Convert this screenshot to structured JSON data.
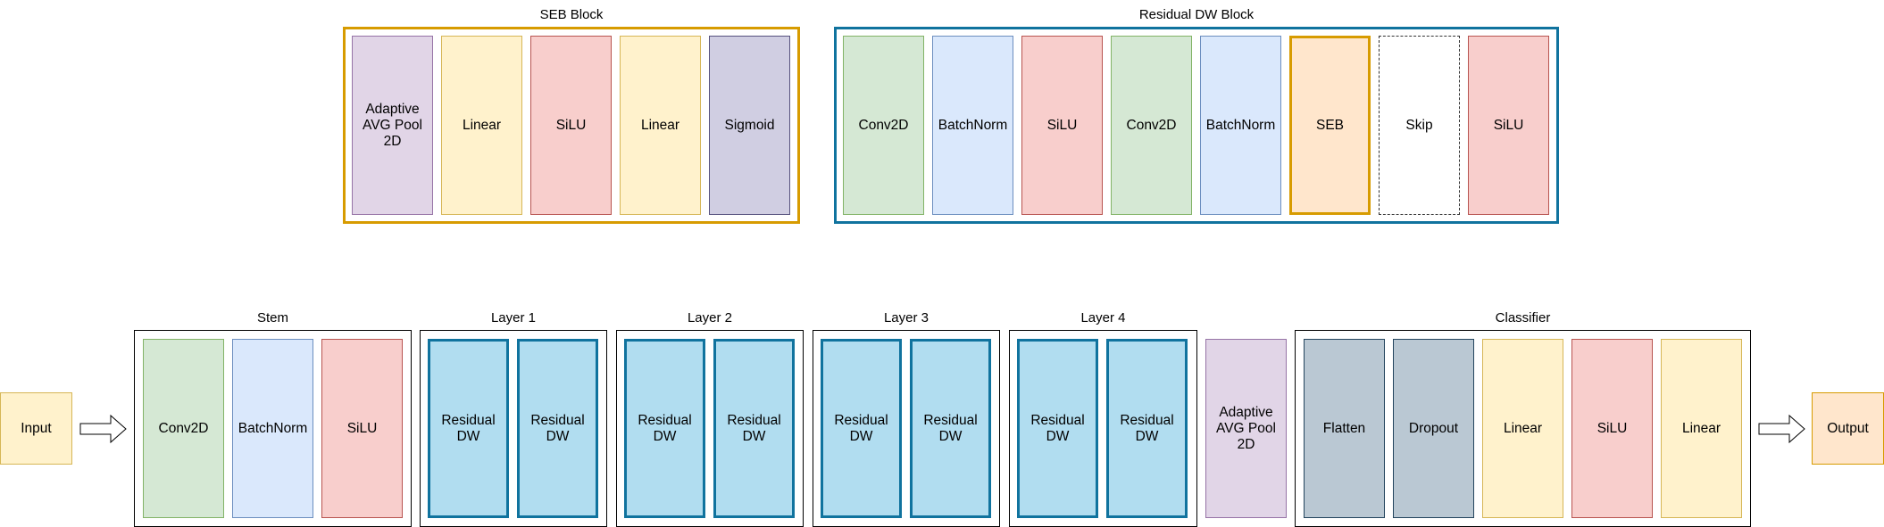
{
  "colors": {
    "green_fill": "#d5e8d4",
    "green_stroke": "#82b366",
    "blue_fill": "#dae8fc",
    "blue_stroke": "#6c8ebf",
    "red_fill": "#f8cecc",
    "red_stroke": "#b85450",
    "yellow_fill": "#fff2cc",
    "yellow_stroke": "#d6b656",
    "purple_fill": "#e1d5e7",
    "purple_stroke": "#9673a6",
    "lavender_fill": "#d0cee2",
    "lavender_stroke": "#56517e",
    "orange_fill": "#ffe6cc",
    "orange_stroke": "#d79b00",
    "slate_fill": "#bac8d3",
    "slate_stroke": "#23445d",
    "residual_fill": "#b1ddf0",
    "residual_stroke": "#10739e",
    "seb_group_border": "#d79b00",
    "residual_group_border": "#10739e"
  },
  "seb_block": {
    "title": "SEB Block",
    "items": [
      "Adaptive\nAVG Pool\n2D",
      "Linear",
      "SiLU",
      "Linear",
      "Sigmoid"
    ]
  },
  "residual_dw_block": {
    "title": "Residual DW Block",
    "items": [
      "Conv2D",
      "BatchNorm",
      "SiLU",
      "Conv2D",
      "BatchNorm",
      "SEB",
      "Skip",
      "SiLU"
    ]
  },
  "pipeline": {
    "input": "Input",
    "output": "Output",
    "stem": {
      "title": "Stem",
      "items": [
        "Conv2D",
        "BatchNorm",
        "SiLU"
      ]
    },
    "layers": [
      {
        "title": "Layer 1",
        "items": [
          "Residual\nDW",
          "Residual\nDW"
        ]
      },
      {
        "title": "Layer 2",
        "items": [
          "Residual\nDW",
          "Residual\nDW"
        ]
      },
      {
        "title": "Layer 3",
        "items": [
          "Residual\nDW",
          "Residual\nDW"
        ]
      },
      {
        "title": "Layer 4",
        "items": [
          "Residual\nDW",
          "Residual\nDW"
        ]
      }
    ],
    "pool": "Adaptive\nAVG Pool\n2D",
    "classifier": {
      "title": "Classifier",
      "items": [
        "Flatten",
        "Dropout",
        "Linear",
        "SiLU",
        "Linear"
      ]
    }
  }
}
